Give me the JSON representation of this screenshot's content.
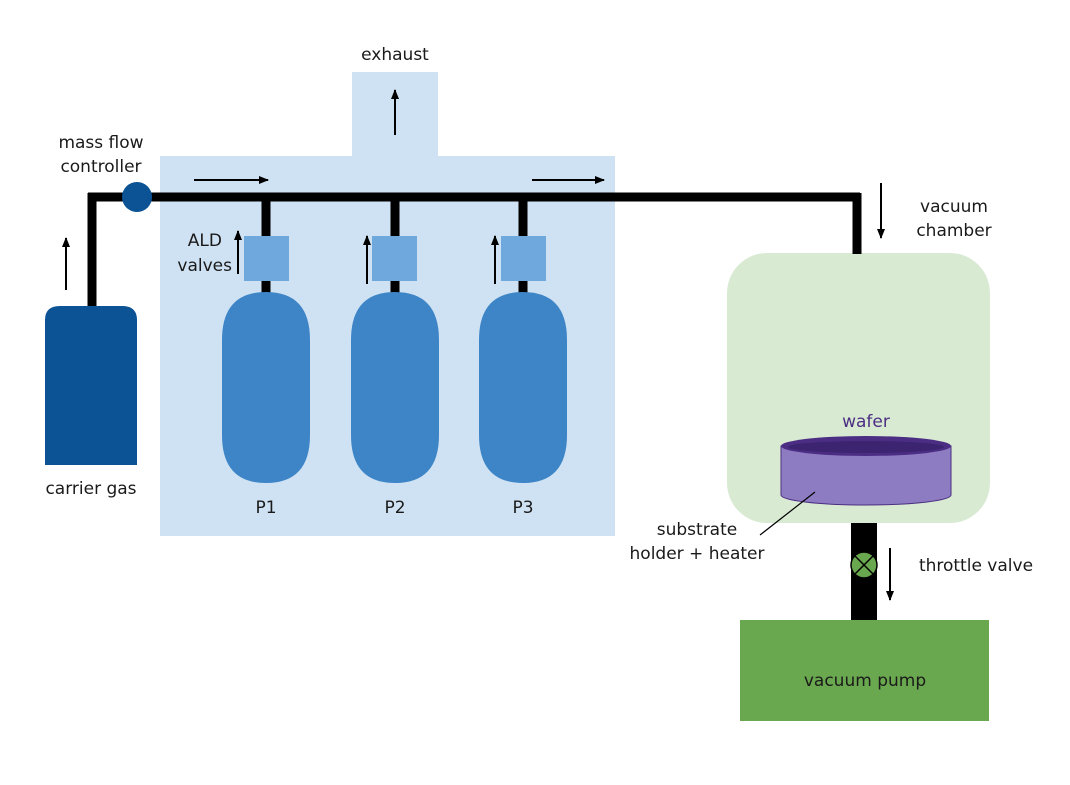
{
  "labels": {
    "exhaust": "exhaust",
    "mass_flow_controller_line1": "mass flow",
    "mass_flow_controller_line2": "controller",
    "ald_valves_line1": "ALD",
    "ald_valves_line2": "valves",
    "carrier_gas": "carrier gas",
    "vacuum_chamber_line1": "vacuum",
    "vacuum_chamber_line2": "chamber",
    "wafer": "wafer",
    "substrate_line1": "substrate",
    "substrate_line2": "holder + heater",
    "throttle_valve": "throttle valve",
    "vacuum_pump": "vacuum pump"
  },
  "precursors": [
    "P1",
    "P2",
    "P3"
  ],
  "colors": {
    "enclosure": "#cfe2f3",
    "precursor_cylinder": "#3d85c6",
    "carrier_cylinder": "#0b5394",
    "ald_valve": "#6fa8dc",
    "mass_flow_controller": "#0b5394",
    "vacuum_chamber": "#d9ead3",
    "wafer_top": "#4b2e83",
    "substrate_holder": "#8e7cc3",
    "throttle_valve": "#6aa84f",
    "vacuum_pump": "#6aa84f",
    "pipe": "#000000"
  },
  "icons": {
    "flow_arrow": "arrow-icon",
    "throttle_valve": "circle-x-valve-icon",
    "mass_flow_controller": "circle-node-icon"
  }
}
